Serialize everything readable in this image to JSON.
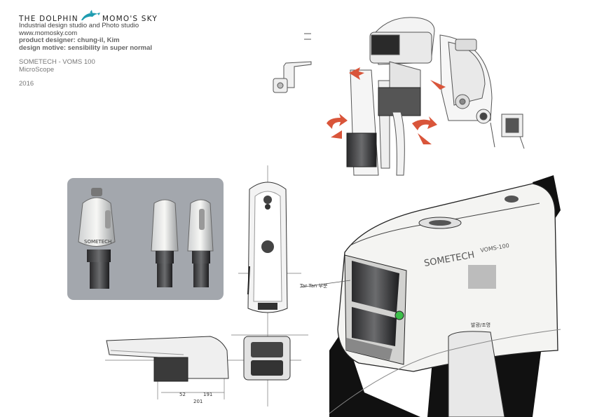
{
  "header": {
    "brand_left": "THE DOLPHIN",
    "brand_right": "MOMO'S SKY",
    "studio": "Industrial design studio and Photo studio",
    "website": "www.momosky.com",
    "designer": "product designer: chung-il, Kim",
    "motive": "design motive: sensibility in super normal",
    "product": "SOMETECH - VOMS 100",
    "category": "MicroScope",
    "year": "2016"
  },
  "icons": {
    "logo": "dolphin-icon"
  },
  "sketch": {
    "brand_mark": "SOMETECH",
    "model_mark": "VOMS-100",
    "note_top": "Tar Tan 부분",
    "note_side": "발광/조명",
    "dim_a": "52",
    "dim_b": "191",
    "dim_c": "201"
  },
  "colors": {
    "accent": "#1e9cb0",
    "panel": "#a3a7ad",
    "arrow": "#d9553a",
    "led": "#3cbf4a"
  }
}
